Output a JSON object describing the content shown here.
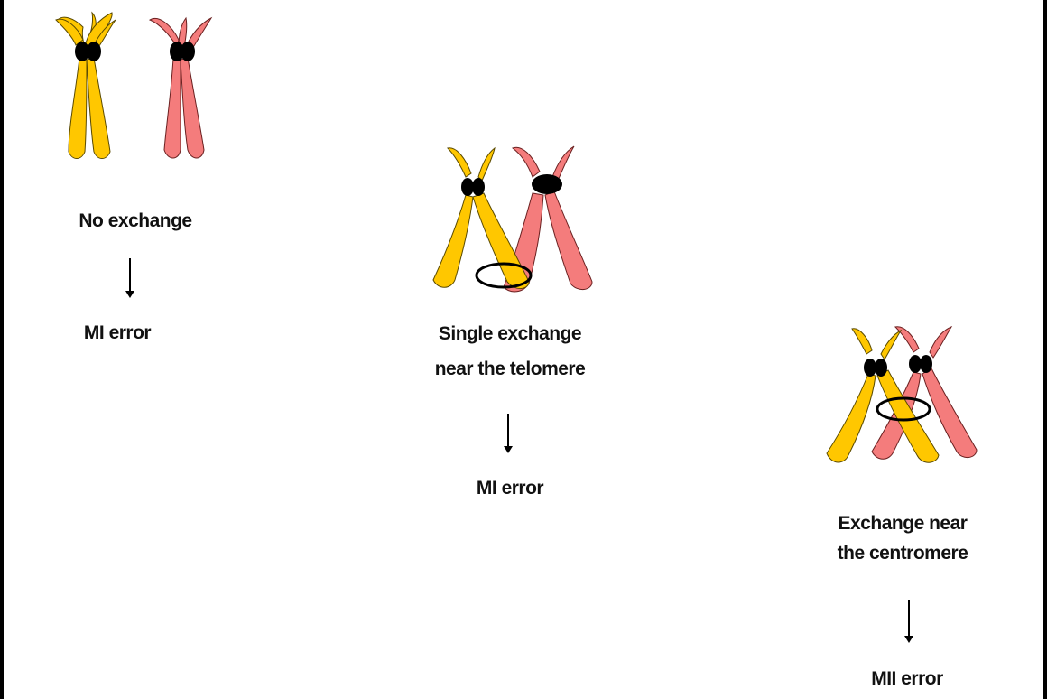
{
  "colors": {
    "yellow": "#FFC700",
    "pink": "#F47C7C",
    "centromere": "#000000",
    "outline": "#333333"
  },
  "panels": [
    {
      "id": "no-exchange",
      "title": "No exchange",
      "result": "MI error"
    },
    {
      "id": "single-exchange-telomere",
      "title_line1": "Single exchange",
      "title_line2": "near the telomere",
      "result": "MI error"
    },
    {
      "id": "exchange-centromere",
      "title_line1": "Exchange near",
      "title_line2": "the centromere",
      "result": "MII error"
    }
  ]
}
